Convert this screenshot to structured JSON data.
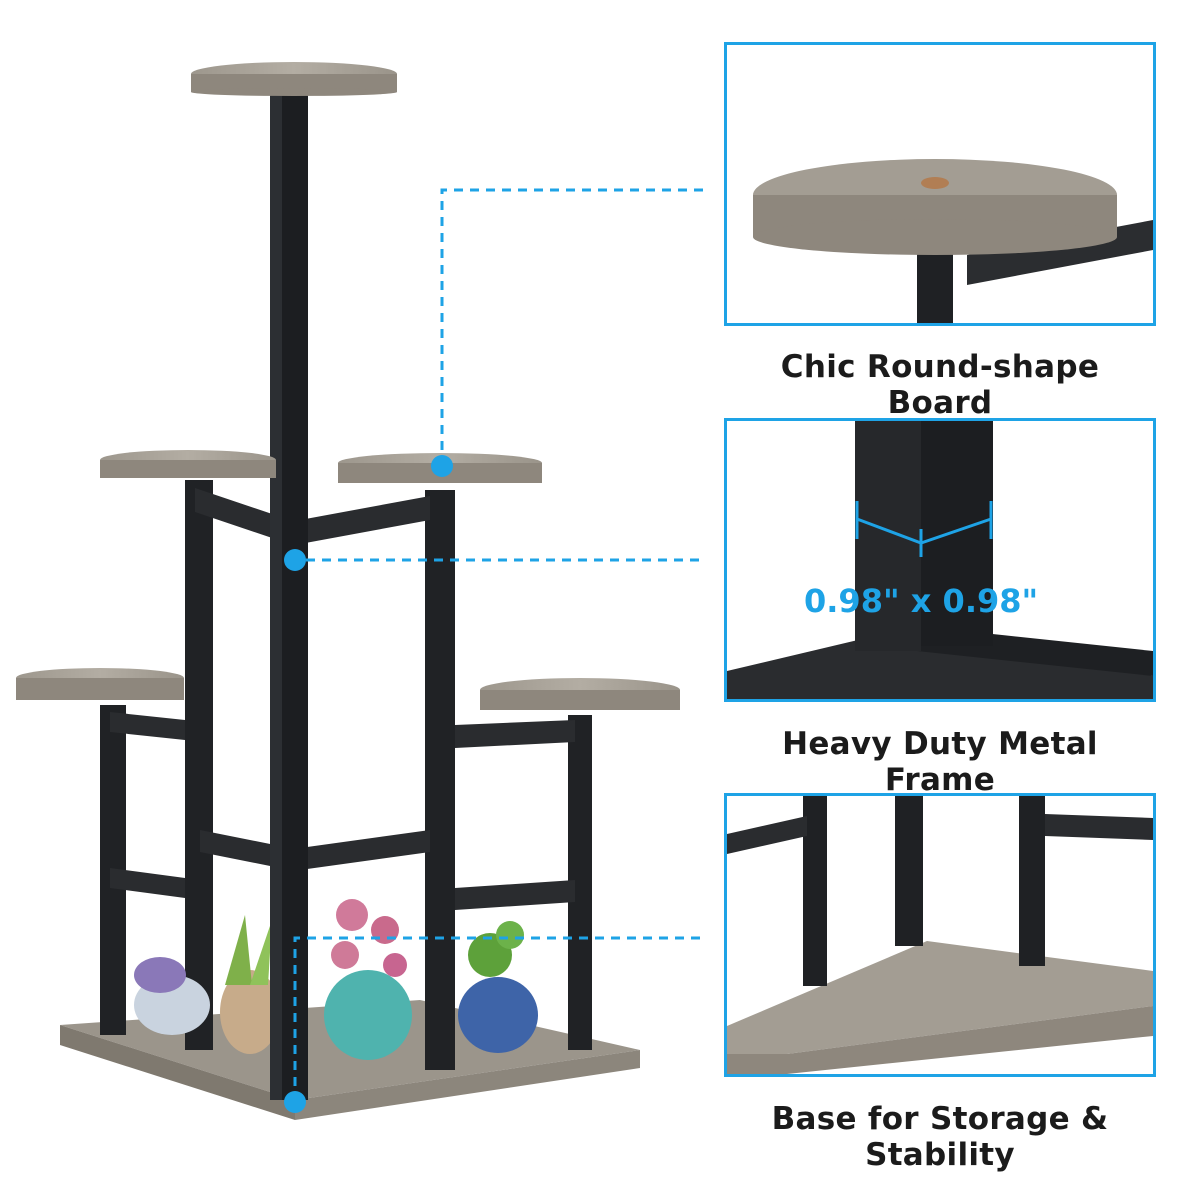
{
  "features": [
    {
      "caption": "Chic Round-shape Board",
      "icon": "round-board-closeup"
    },
    {
      "caption": "Heavy Duty Metal Frame",
      "icon": "metal-frame-closeup",
      "dimension": "0.98\" x 0.98\""
    },
    {
      "caption": "Base for Storage & Stability",
      "icon": "base-board-closeup"
    }
  ],
  "colors": {
    "accent": "#1ea3e6",
    "metal": "#202225",
    "wood_top": "#a8a39a",
    "wood_edge": "#8e877d",
    "text": "#1b1b1b"
  }
}
